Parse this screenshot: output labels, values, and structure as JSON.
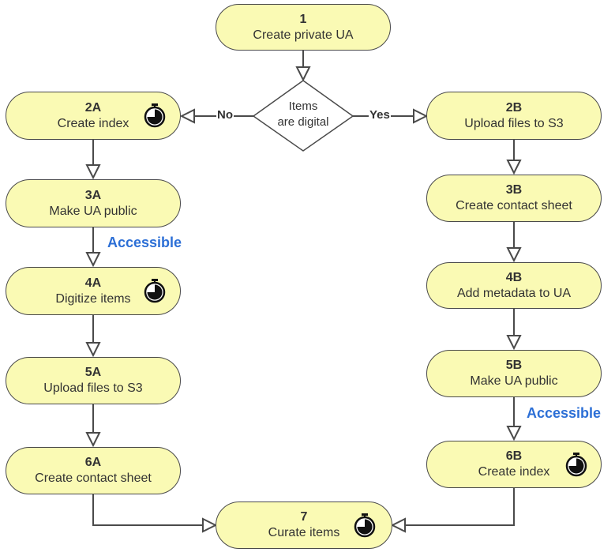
{
  "nodes": {
    "n1": {
      "step": "1",
      "label": "Create private UA"
    },
    "n2a": {
      "step": "2A",
      "label": "Create index"
    },
    "n3a": {
      "step": "3A",
      "label": "Make UA public"
    },
    "n4a": {
      "step": "4A",
      "label": "Digitize items"
    },
    "n5a": {
      "step": "5A",
      "label": "Upload files to S3"
    },
    "n6a": {
      "step": "6A",
      "label": "Create contact sheet"
    },
    "n2b": {
      "step": "2B",
      "label": "Upload files to S3"
    },
    "n3b": {
      "step": "3B",
      "label": "Create contact sheet"
    },
    "n4b": {
      "step": "4B",
      "label": "Add metadata to UA"
    },
    "n5b": {
      "step": "5B",
      "label": "Make UA public"
    },
    "n6b": {
      "step": "6B",
      "label": "Create index"
    },
    "n7": {
      "step": "7",
      "label": "Curate items"
    }
  },
  "decision": {
    "line1": "Items",
    "line2": "are digital"
  },
  "edges": {
    "no": "No",
    "yes": "Yes"
  },
  "annotations": {
    "accessible_a": "Accessible",
    "accessible_b": "Accessible"
  },
  "icons": {
    "timer": "stopwatch-icon"
  },
  "colors": {
    "node_fill": "#fafab4",
    "accessible": "#2c6fd6",
    "line": "#4a4a4a"
  }
}
